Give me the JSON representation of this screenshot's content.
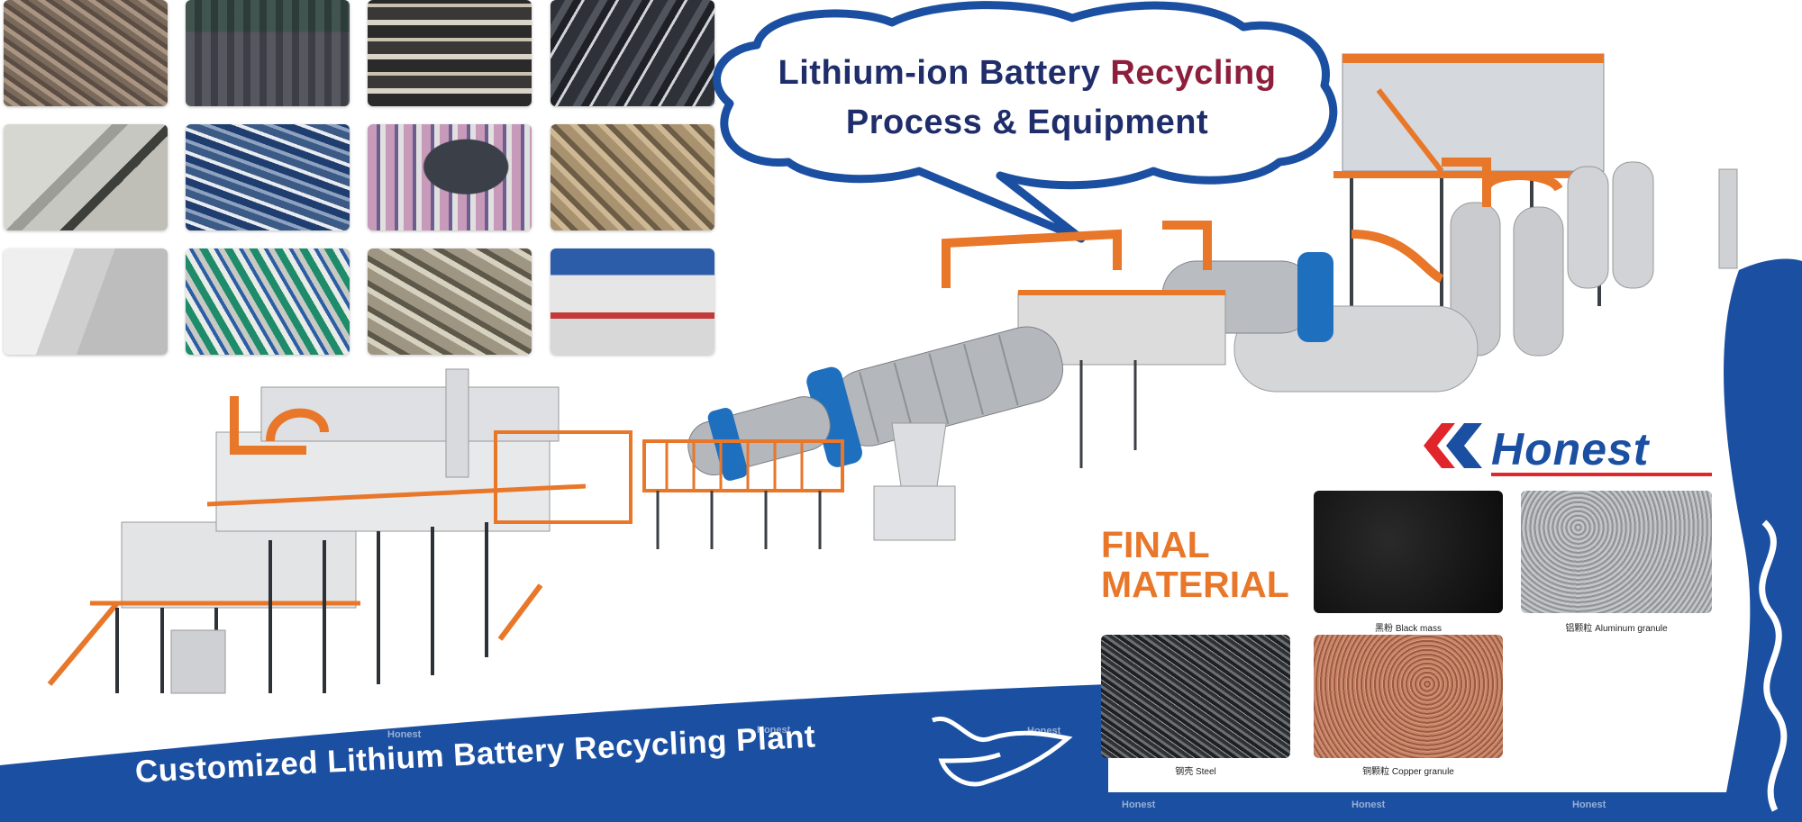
{
  "header": {
    "title_line1_part1": "Lithium-ion Battery",
    "title_line1_part2": "Recycling",
    "title_line2": "Process & Equipment"
  },
  "thumbnails": [
    {
      "name": "thumb-battery-cells"
    },
    {
      "name": "thumb-battery-bales"
    },
    {
      "name": "thumb-laptop-batteries"
    },
    {
      "name": "thumb-pouch-cells"
    },
    {
      "name": "thumb-battery-module"
    },
    {
      "name": "thumb-ev-battery-rows"
    },
    {
      "name": "thumb-ebike-battery"
    },
    {
      "name": "thumb-mixed-cells"
    },
    {
      "name": "thumb-bagged-waste"
    },
    {
      "name": "thumb-phone-batteries"
    },
    {
      "name": "thumb-shredded-cells"
    },
    {
      "name": "thumb-ev-pack"
    }
  ],
  "brand": {
    "logo_text": "Honest",
    "watermark": "Honest",
    "primary_color": "#1b4fa1",
    "accent_color": "#e8772a",
    "dark_blue": "#14397d"
  },
  "final_material": {
    "label_line1": "FINAL",
    "label_line2": "MATERIAL",
    "items": [
      {
        "caption": "黑粉 Black mass",
        "color": "#141414"
      },
      {
        "caption": "铝颗粒 Aluminum  granule",
        "color": "#a9acae"
      },
      {
        "caption": "钢壳 Steel",
        "color": "#3d3f41"
      },
      {
        "caption": "铜颗粒 Copper granule",
        "color": "#b5735a"
      }
    ]
  },
  "banner": {
    "text": "Customized Lithium Battery Recycling Plant"
  }
}
